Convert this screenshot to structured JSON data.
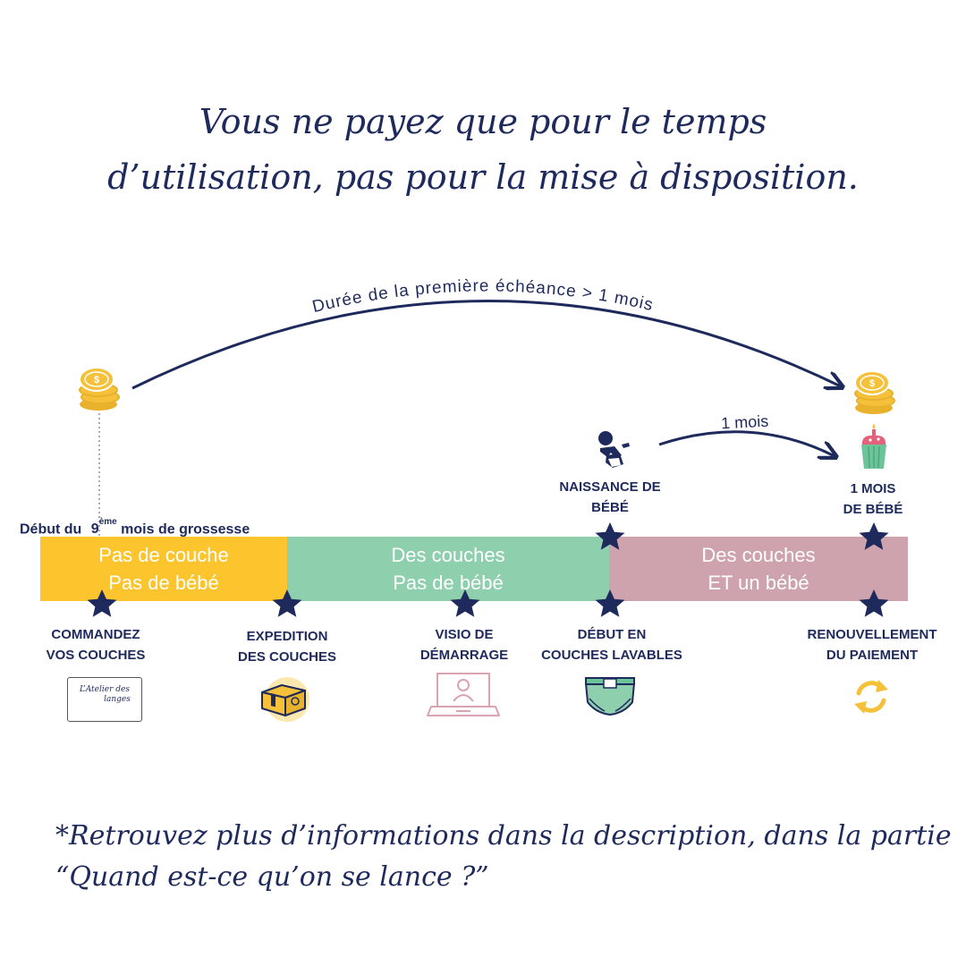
{
  "title": {
    "line1": "Vous ne payez que pour le temps",
    "line2": "d’utilisation, pas pour la mise à disposition."
  },
  "arc_top_label": "Durée de la première échéance > 1 mois",
  "arc_small_label": "1 mois",
  "start_label": {
    "prefix": "Début du",
    "num": "9",
    "sup": "ème",
    "suffix": "mois de grossesse"
  },
  "segments": [
    {
      "line1": "Pas de couche",
      "line2": "Pas de bébé",
      "color": "#fcc42d"
    },
    {
      "line1": "Des couches",
      "line2": "Pas de bébé",
      "color": "#8ecfae"
    },
    {
      "line1": "Des couches",
      "line2": "ET un bébé",
      "color": "#cea3ae"
    }
  ],
  "top_milestones": [
    {
      "line1": "NAISSANCE DE",
      "line2": "BÉBÉ"
    },
    {
      "line1": "1 MOIS",
      "line2": "DE BÉBÉ"
    }
  ],
  "bottom_milestones": [
    {
      "line1": "COMMANDEZ",
      "line2": "VOS COUCHES"
    },
    {
      "line1": "EXPEDITION",
      "line2": "DES COUCHES"
    },
    {
      "line1": "VISIO DE",
      "line2": "DÉMARRAGE"
    },
    {
      "line1": "DÉBUT EN",
      "line2": "COUCHES LAVABLES"
    },
    {
      "line1": "RENOUVELLEMENT",
      "line2": "DU PAIEMENT"
    }
  ],
  "logo_text": {
    "line1": "L’Atelier des",
    "line2": "langes"
  },
  "icons": [
    "coins-icon",
    "coins-icon",
    "baby-icon",
    "cupcake-icon",
    "shop-logo-icon",
    "box-icon",
    "laptop-user-icon",
    "diaper-icon",
    "renew-icon",
    "star-icon"
  ],
  "colors": {
    "navy": "#1f2a5c",
    "gold": "#f5c13a"
  },
  "footnote": {
    "line1": "*Retrouvez plus d’informations dans la description, dans la partie",
    "line2": "“Quand est-ce qu’on se lance ?”"
  }
}
